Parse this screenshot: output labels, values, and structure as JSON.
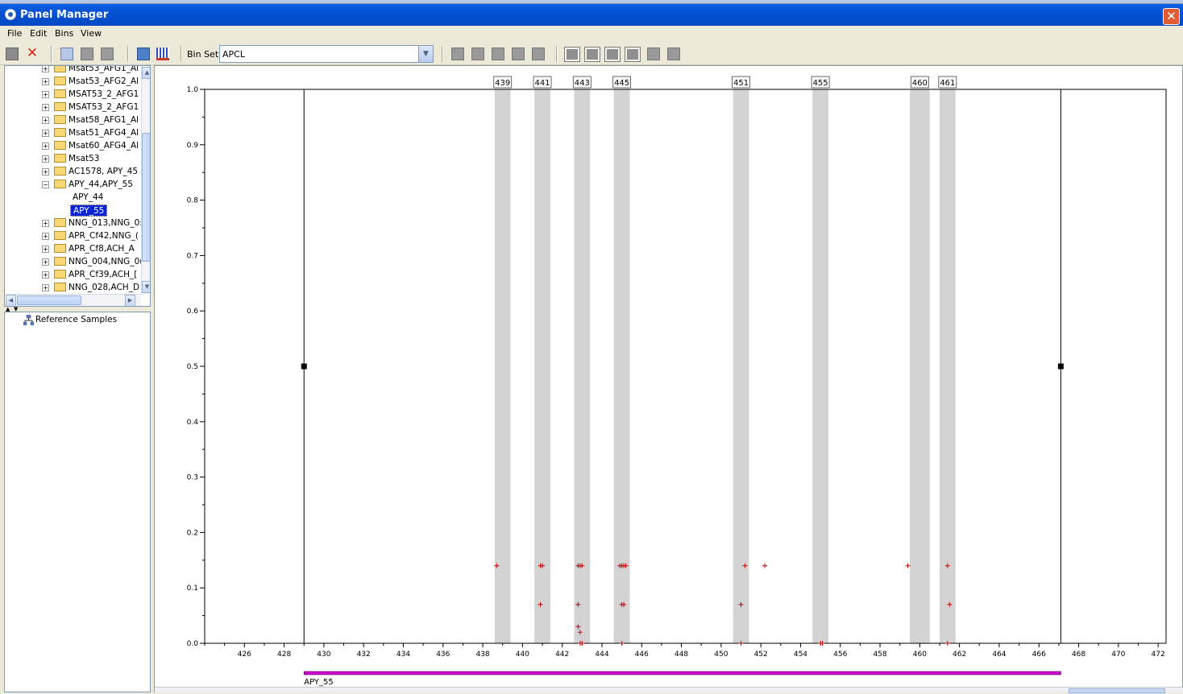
{
  "window": {
    "title": "Panel Manager",
    "close_glyph": "✕"
  },
  "menu": [
    "File",
    "Edit",
    "Bins",
    "View"
  ],
  "toolbar": {
    "bin_set_label": "Bin Set:",
    "bin_set_value": "APCL",
    "icons": [
      "new-panel-icon",
      "delete-icon",
      "import-icon",
      "gray-tool-icon",
      "gray-tool-icon",
      "export-icon",
      "bins-icon"
    ]
  },
  "tree": {
    "folders_top": [
      "Msat53_AFG1_Al",
      "Msat53_AFG2_Al",
      "MSAT53_2_AFG1",
      "MSAT53_2_AFG1",
      "Msat58_AFG1_Al",
      "Msat51_AFG4_Al",
      "Msat60_AFG4_Al",
      "Msat53",
      "AC1578, APY_45"
    ],
    "expanded_folder": "APY_44,APY_55",
    "children": [
      "APY_44",
      "APY_55"
    ],
    "selected_child": "APY_55",
    "folders_bottom": [
      "NNG_013,NNG_0:",
      "APR_Cf42,NNG_(",
      "APR_Cf8,ACH_A",
      "NNG_004,NNG_0(",
      "APR_Cf39,ACH_[",
      "NNG_028,ACH_D"
    ],
    "expander_plus": "+",
    "expander_minus": "−"
  },
  "reference": {
    "label": "Reference Samples"
  },
  "colors": {
    "bin_fill": "#D3D3D3",
    "peak_mark": "#C81010",
    "marker_bar": "#CC00CC",
    "selection": "#0A24D6"
  },
  "chart_data": {
    "type": "scatter",
    "xlim": [
      424.0,
      472.4
    ],
    "ylim": [
      0.0,
      1.0
    ],
    "x_ticks": [
      426,
      428,
      430,
      432,
      434,
      436,
      438,
      440,
      442,
      444,
      446,
      448,
      450,
      452,
      454,
      456,
      458,
      460,
      462,
      464,
      466,
      468,
      470,
      472
    ],
    "y_ticks": [
      0.0,
      0.1,
      0.2,
      0.3,
      0.4,
      0.5,
      0.6,
      0.7,
      0.8,
      0.9,
      1.0
    ],
    "y_tick_labels": [
      "0.0",
      "0.1",
      "0.2",
      "0.3",
      "0.4",
      "0.5",
      "0.6",
      "0.7",
      "0.8",
      "0.9",
      "1.0"
    ],
    "bins": [
      {
        "label": "439",
        "start": 438.6,
        "end": 439.4,
        "center": 439.0
      },
      {
        "label": "441",
        "start": 440.6,
        "end": 441.4,
        "center": 441.0
      },
      {
        "label": "443",
        "start": 442.6,
        "end": 443.4,
        "center": 443.0
      },
      {
        "label": "445",
        "start": 444.6,
        "end": 445.4,
        "center": 445.0
      },
      {
        "label": "451",
        "start": 450.6,
        "end": 451.4,
        "center": 451.0
      },
      {
        "label": "455",
        "start": 454.6,
        "end": 455.4,
        "center": 455.0
      },
      {
        "label": "460",
        "start": 459.5,
        "end": 460.5,
        "center": 460.0
      },
      {
        "label": "461",
        "start": 461.0,
        "end": 461.8,
        "center": 461.4
      }
    ],
    "range_lines": {
      "left": 429.0,
      "right": 467.1,
      "handle_y": 0.5
    },
    "marker": {
      "label": "APY_55",
      "start": 429.0,
      "end": 467.1
    },
    "points": [
      [
        438.7,
        0.14
      ],
      [
        440.9,
        0.14
      ],
      [
        441.0,
        0.14
      ],
      [
        442.8,
        0.14
      ],
      [
        442.9,
        0.14
      ],
      [
        443.0,
        0.14
      ],
      [
        444.9,
        0.14
      ],
      [
        445.0,
        0.14
      ],
      [
        445.1,
        0.14
      ],
      [
        445.2,
        0.14
      ],
      [
        451.2,
        0.14
      ],
      [
        452.2,
        0.14
      ],
      [
        459.4,
        0.14
      ],
      [
        461.4,
        0.14
      ],
      [
        440.9,
        0.07
      ],
      [
        442.8,
        0.07
      ],
      [
        445.0,
        0.07
      ],
      [
        445.1,
        0.07
      ],
      [
        451.0,
        0.07
      ],
      [
        461.5,
        0.07
      ],
      [
        442.8,
        0.03
      ],
      [
        442.9,
        0.02
      ],
      [
        442.9,
        0.0
      ],
      [
        443.0,
        0.0
      ],
      [
        445.0,
        0.0
      ],
      [
        451.0,
        0.0
      ],
      [
        455.0,
        0.0
      ],
      [
        455.1,
        0.0
      ],
      [
        461.4,
        0.0
      ]
    ]
  }
}
